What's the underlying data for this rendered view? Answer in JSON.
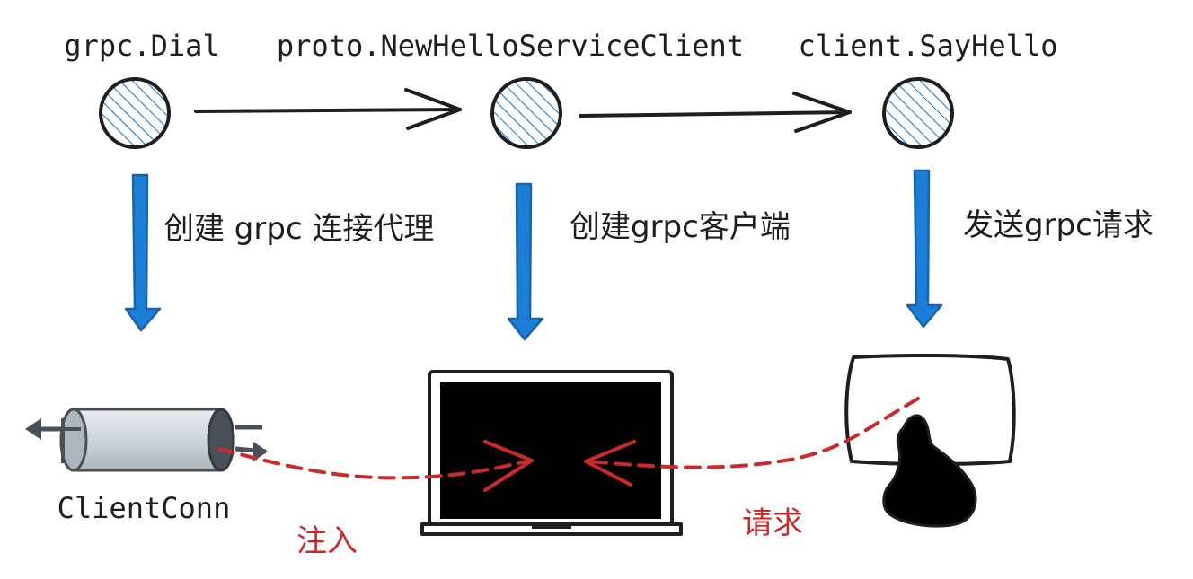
{
  "steps": [
    {
      "title": "grpc.Dial",
      "caption": "创建 grpc 连接代理",
      "result": "ClientConn"
    },
    {
      "title": "proto.NewHelloServiceClient",
      "caption": "创建grpc客户端",
      "result": ""
    },
    {
      "title": "client.SayHello",
      "caption": "发送grpc请求",
      "result": ""
    }
  ],
  "flows": {
    "inject_label": "注入",
    "request_label": "请求"
  },
  "colors": {
    "ink": "#1e1e1e",
    "hatch": "#1c7ed6",
    "down_arrow": "#1c7ed6",
    "flow": "#c92a2a",
    "pipe": "#ced4da",
    "pipe_dark": "#495057",
    "screen": "#000000"
  },
  "icons": {
    "node": "hatched-circle-icon",
    "pipe": "pipe-icon",
    "laptop": "laptop-icon",
    "person": "person-at-screen-icon"
  }
}
